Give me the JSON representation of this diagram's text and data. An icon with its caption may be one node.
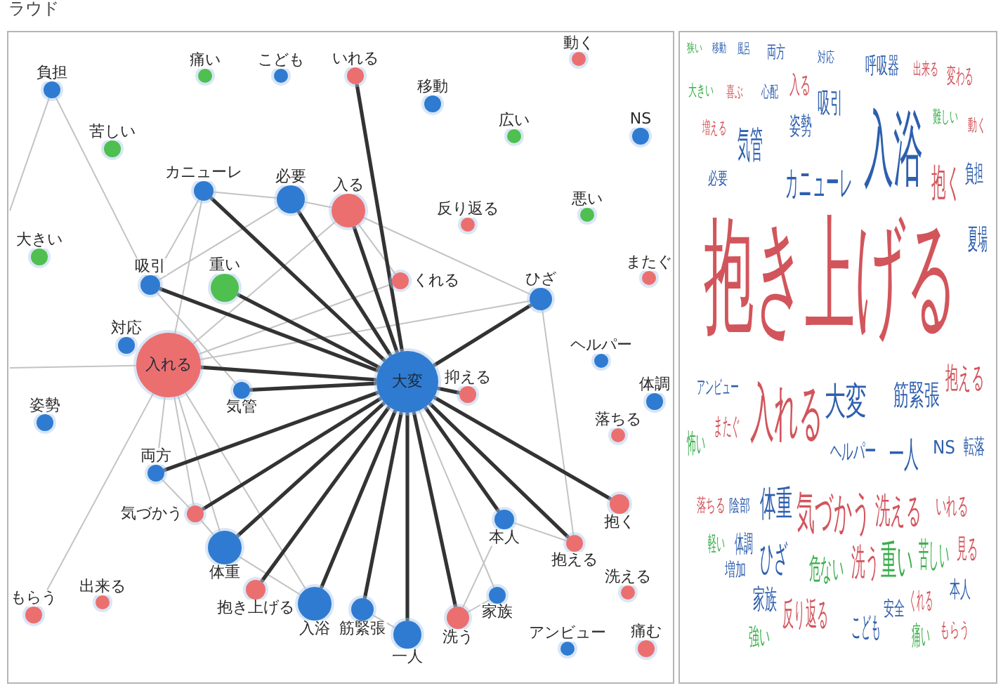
{
  "diagram": {
    "nodes": [
      {
        "text": [
          "動く"
        ]
      },
      {
        "text": [
          "痛い"
        ]
      },
      {
        "text": [
          "こども"
        ]
      },
      {
        "text": [
          "いれる"
        ]
      },
      {
        "text": [
          "負担"
        ]
      },
      {
        "text": [
          "移動"
        ]
      },
      {
        "text": [
          "広い"
        ]
      },
      {
        "text": [
          "NS"
        ]
      },
      {
        "text": [
          "苦しい"
        ]
      },
      {
        "text": [
          "カニューレ"
        ]
      },
      {
        "text": [
          "必要"
        ]
      },
      {
        "text": [
          "入る"
        ]
      },
      {
        "text": [
          "反り返る"
        ]
      },
      {
        "text": [
          "悪い"
        ]
      },
      {
        "text": [
          "大きい"
        ]
      },
      {
        "text": [
          "くれる"
        ]
      },
      {
        "text": [
          "またぐ"
        ]
      },
      {
        "text": [
          "吸引"
        ]
      },
      {
        "text": [
          "ひざ"
        ]
      },
      {
        "text": [
          "重い"
        ]
      },
      {
        "text": [
          "対応"
        ]
      },
      {
        "text": [
          "入れる"
        ]
      },
      {
        "text": [
          "気管"
        ]
      },
      {
        "text": [
          "抑える"
        ]
      },
      {
        "text": [
          "大変"
        ]
      },
      {
        "text": [
          "ヘルパー"
        ]
      },
      {
        "text": [
          "落ちる"
        ]
      },
      {
        "text": [
          "体調"
        ]
      },
      {
        "text": [
          "姿勢"
        ]
      },
      {
        "text": [
          "痛む"
        ]
      },
      {
        "text": [
          "本人"
        ]
      },
      {
        "text": [
          "抱く"
        ]
      },
      {
        "text": [
          "両方"
        ]
      },
      {
        "text": [
          "気づかう"
        ]
      },
      {
        "text": [
          "抱える"
        ]
      },
      {
        "text": [
          "抱き上げる"
        ]
      },
      {
        "text": [
          "筋緊張"
        ]
      },
      {
        "text": [
          "洗える"
        ]
      },
      {
        "text": [
          "家族"
        ]
      },
      {
        "text": [
          "出来る"
        ]
      },
      {
        "text": [
          "もらう"
        ]
      },
      {
        "text": [
          "入浴"
        ]
      },
      {
        "text": [
          "体重"
        ]
      },
      {
        "text": [
          "洗う"
        ]
      },
      {
        "text": [
          "アンビュー"
        ]
      },
      {
        "text": [
          "一人"
        ]
      }
    ],
    "edges": [
      {
        "from": 24,
        "to": 3,
        "arrow": "none",
        "style": "thick",
        "color": "#333333"
      },
      {
        "from": 24,
        "to": 11,
        "arrow": "none",
        "style": "thick",
        "color": "#333333"
      },
      {
        "from": 24,
        "to": 9,
        "arrow": "none",
        "style": "thick",
        "color": "#333333"
      },
      {
        "from": 24,
        "to": 10,
        "arrow": "none",
        "style": "thick",
        "color": "#333333"
      },
      {
        "from": 24,
        "to": 17,
        "arrow": "none",
        "style": "thick",
        "color": "#333333"
      },
      {
        "from": 24,
        "to": 19,
        "arrow": "none",
        "style": "thick",
        "color": "#333333"
      },
      {
        "from": 24,
        "to": 21,
        "arrow": "none",
        "style": "thick",
        "color": "#333333"
      },
      {
        "from": 24,
        "to": 22,
        "arrow": "none",
        "style": "thick",
        "color": "#333333"
      },
      {
        "from": 24,
        "to": 23,
        "arrow": "none",
        "style": "thick",
        "color": "#333333"
      },
      {
        "from": 24,
        "to": 18,
        "arrow": "none",
        "style": "thick",
        "color": "#333333"
      },
      {
        "from": 24,
        "to": 31,
        "arrow": "none",
        "style": "thick",
        "color": "#333333"
      },
      {
        "from": 24,
        "to": 34,
        "arrow": "none",
        "style": "thick",
        "color": "#333333"
      },
      {
        "from": 24,
        "to": 43,
        "arrow": "none",
        "style": "thick",
        "color": "#333333"
      },
      {
        "from": 24,
        "to": 45,
        "arrow": "none",
        "style": "thick",
        "color": "#333333"
      },
      {
        "from": 24,
        "to": 30,
        "arrow": "none",
        "style": "thick",
        "color": "#333333"
      },
      {
        "from": 24,
        "to": 32,
        "arrow": "none",
        "style": "thick",
        "color": "#333333"
      },
      {
        "from": 24,
        "to": 33,
        "arrow": "none",
        "style": "thick",
        "color": "#333333"
      },
      {
        "from": 24,
        "to": 35,
        "arrow": "none",
        "style": "thick",
        "color": "#333333"
      },
      {
        "from": 24,
        "to": 42,
        "arrow": "none",
        "style": "thick",
        "color": "#333333"
      },
      {
        "from": 24,
        "to": 41,
        "arrow": "none",
        "style": "thick",
        "color": "#333333"
      },
      {
        "from": 24,
        "to": 36,
        "arrow": "none",
        "style": "thick",
        "color": "#333333"
      },
      {
        "from": 4,
        "to": 17,
        "arrow": "none"
      },
      {
        "from": null,
        "to": 4,
        "arrow": "none"
      },
      {
        "from": null,
        "to": 21,
        "arrow": "none"
      },
      {
        "from": 9,
        "to": 21,
        "arrow": "none"
      },
      {
        "from": 9,
        "to": 10,
        "arrow": "none"
      },
      {
        "from": 10,
        "to": 11,
        "arrow": "none"
      },
      {
        "from": 11,
        "to": 18,
        "arrow": "none"
      },
      {
        "from": 11,
        "to": 15,
        "arrow": "none"
      },
      {
        "from": 18,
        "to": 34,
        "arrow": "none"
      },
      {
        "from": 21,
        "to": 40,
        "arrow": "none"
      },
      {
        "from": 21,
        "to": 32,
        "arrow": "none"
      },
      {
        "from": 21,
        "to": 33,
        "arrow": "none"
      },
      {
        "from": 33,
        "to": 42,
        "arrow": "none"
      },
      {
        "from": 38,
        "to": 24,
        "arrow": "none"
      },
      {
        "from": 9,
        "to": 17,
        "arrow": "none"
      },
      {
        "from": 10,
        "to": 17,
        "arrow": "none"
      },
      {
        "from": 11,
        "to": 21,
        "arrow": "none"
      },
      {
        "from": 15,
        "to": 21,
        "arrow": "none"
      },
      {
        "from": 18,
        "to": 21,
        "arrow": "none"
      },
      {
        "from": 17,
        "to": 22,
        "arrow": "none"
      },
      {
        "from": 21,
        "to": 42,
        "arrow": "none"
      },
      {
        "from": 21,
        "to": 41,
        "arrow": "none"
      },
      {
        "from": 42,
        "to": 41,
        "arrow": "none"
      },
      {
        "from": 30,
        "to": 43,
        "arrow": "none"
      },
      {
        "from": 34,
        "to": 30,
        "arrow": "none"
      },
      {
        "from": 38,
        "to": 43,
        "arrow": "none"
      },
      {
        "from": 36,
        "to": 45,
        "arrow": "none"
      },
      {
        "from": 33,
        "to": 32,
        "arrow": "none"
      }
    ],
    "labels": [
      "ラウド",
      "狭い",
      "移動",
      "風呂",
      "両方",
      "対応",
      "呼吸器",
      "出来る",
      "変わる",
      "大きい",
      "喜ぶ",
      "心配",
      "入る",
      "吸引",
      "増える",
      "姿勢",
      "難しい",
      "動く",
      "気管",
      "入浴",
      "必要",
      "カニューレ",
      "抱く",
      "負担",
      "抱き上げる",
      "夏場",
      "アンビュー",
      "入れる",
      "大変",
      "筋緊張",
      "抱える",
      "またぐ",
      "怖い",
      "ヘルパー",
      "一人",
      "NS",
      "転落",
      "落ちる",
      "陰部",
      "体重",
      "気づかう",
      "洗える",
      "いれる",
      "軽い",
      "体調",
      "ひざ",
      "危ない",
      "洗う",
      "重い",
      "苦しい",
      "見る",
      "増加",
      "家族",
      "反り返る",
      "安全",
      "くれる",
      "本人",
      "強い",
      "こども",
      "痛い",
      "もらう"
    ]
  }
}
